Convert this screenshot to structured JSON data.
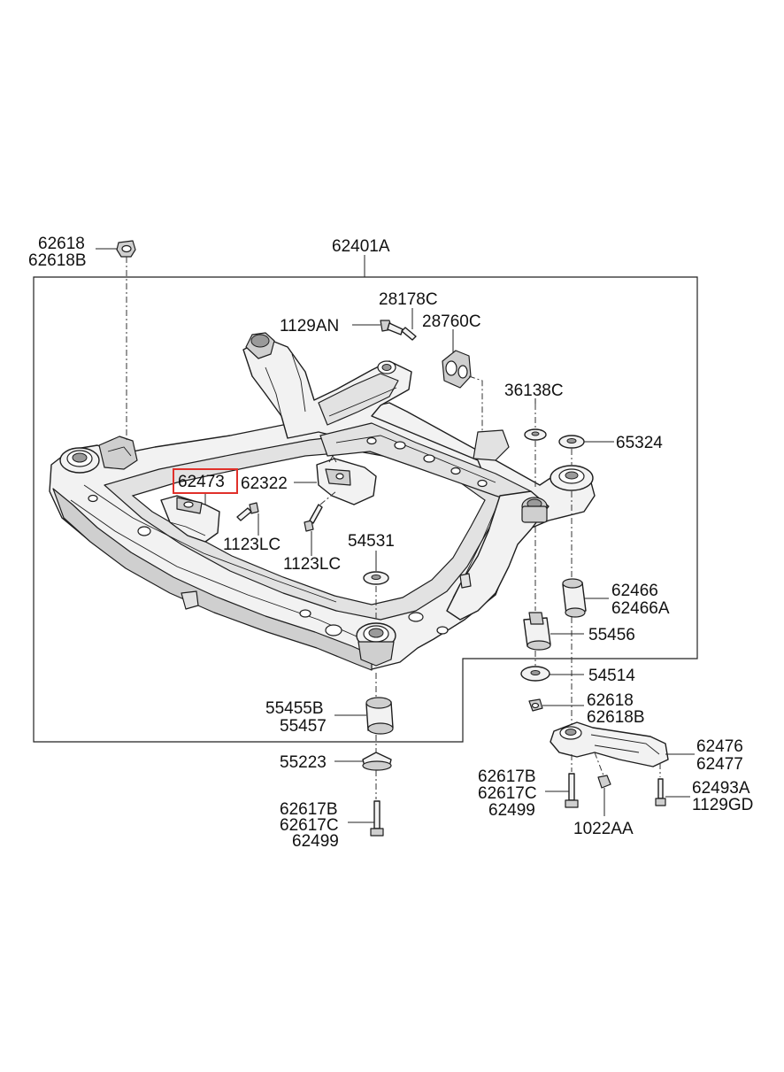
{
  "diagram": {
    "highlighted_part": "62473",
    "highlight_color": "#e0302a",
    "labels": {
      "l_62618_top": "62618",
      "l_62618b_top": "62618B",
      "l_62401a": "62401A",
      "l_28178c": "28178C",
      "l_1129an": "1129AN",
      "l_28760c": "28760C",
      "l_36138c": "36138C",
      "l_65324": "65324",
      "l_62473": "62473",
      "l_62322": "62322",
      "l_1123lc_a": "1123LC",
      "l_1123lc_b": "1123LC",
      "l_54531": "54531",
      "l_62466": "62466",
      "l_62466a": "62466A",
      "l_55456": "55456",
      "l_54514": "54514",
      "l_62618_mid": "62618",
      "l_62618b_mid": "62618B",
      "l_55455b": "55455B",
      "l_55457": "55457",
      "l_62476": "62476",
      "l_62477": "62477",
      "l_55223": "55223",
      "l_62617b_right": "62617B",
      "l_62617c_right": "62617C",
      "l_62499_right": "62499",
      "l_62493a": "62493A",
      "l_1129gd": "1129GD",
      "l_1022aa": "1022AA",
      "l_62617b_left": "62617B",
      "l_62617c_left": "62617C",
      "l_62499_left": "62499"
    }
  }
}
